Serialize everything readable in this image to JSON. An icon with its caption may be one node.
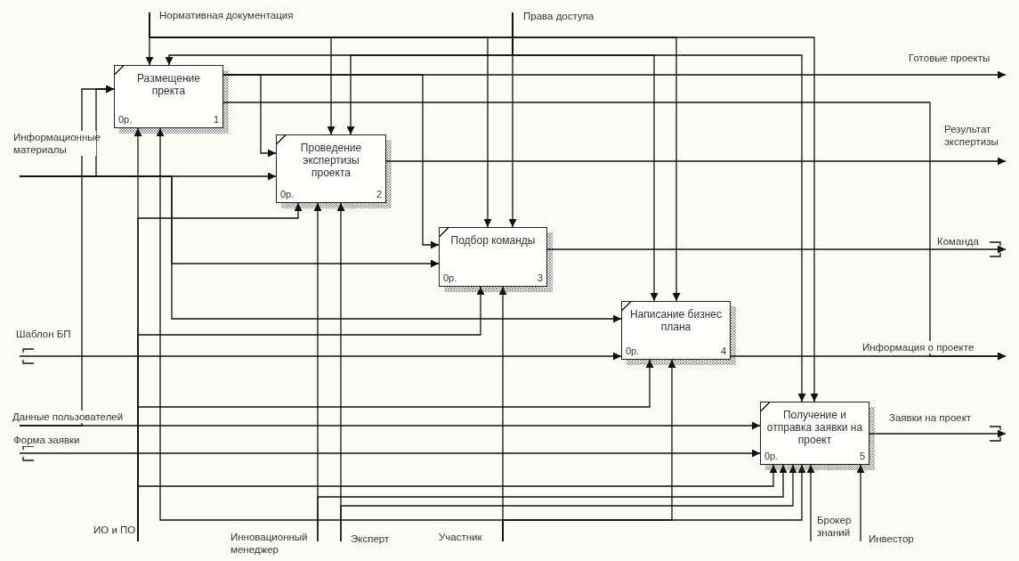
{
  "diagram": {
    "nodes": [
      {
        "text": [
          "Размещение пректа",
          "0р.",
          "1"
        ]
      },
      {
        "text": [
          "Проведение экспертизы проекта",
          "0р.",
          "2"
        ]
      },
      {
        "text": [
          "Подбор команды",
          "0р.",
          "3"
        ]
      },
      {
        "text": [
          "Написание бизнес плана",
          "0р.",
          "4"
        ]
      },
      {
        "text": [
          "Получение и отправка заявки на проект",
          "0р.",
          "5"
        ]
      }
    ],
    "edges": [
      {
        "from": null,
        "to": 0,
        "arrow": "to",
        "label": "Нормативная документация"
      },
      {
        "from": null,
        "to": 1,
        "arrow": "to"
      },
      {
        "from": null,
        "to": 2,
        "arrow": "to"
      },
      {
        "from": null,
        "to": 3,
        "arrow": "to"
      },
      {
        "from": null,
        "to": 4,
        "arrow": "to"
      },
      {
        "from": null,
        "to": 2,
        "arrow": "to",
        "label": "Права доступа"
      },
      {
        "from": null,
        "to": 0,
        "arrow": "to"
      },
      {
        "from": null,
        "to": 1,
        "arrow": "to"
      },
      {
        "from": null,
        "to": 3,
        "arrow": "to"
      },
      {
        "from": null,
        "to": 4,
        "arrow": "to"
      },
      {
        "from": null,
        "to": 1,
        "arrow": "to"
      },
      {
        "from": null,
        "to": 0,
        "arrow": "to",
        "label": "Информационные материалы"
      },
      {
        "from": null,
        "to": 2,
        "arrow": "to"
      },
      {
        "from": null,
        "to": 3,
        "arrow": "to"
      },
      {
        "from": null,
        "to": 4,
        "arrow": "to",
        "label": "Данные пользователей"
      },
      {
        "from": null,
        "to": 0,
        "arrow": "to"
      },
      {
        "from": null,
        "to": 3,
        "arrow": "to",
        "label": "Шаблон БП"
      },
      {
        "from": null,
        "to": 4,
        "arrow": "to",
        "label": "Форма заявки"
      },
      {
        "from": null,
        "to": 0,
        "arrow": "to",
        "label": "ИО и ПО"
      },
      {
        "from": null,
        "to": 1,
        "arrow": "to"
      },
      {
        "from": null,
        "to": 2,
        "arrow": "to"
      },
      {
        "from": null,
        "to": 3,
        "arrow": "to"
      },
      {
        "from": null,
        "to": 4,
        "arrow": "to"
      },
      {
        "from": null,
        "to": 2,
        "arrow": "to",
        "label": "Участник"
      },
      {
        "from": null,
        "to": 0,
        "arrow": "to"
      },
      {
        "from": null,
        "to": 3,
        "arrow": "to"
      },
      {
        "from": null,
        "to": 4,
        "arrow": "to"
      },
      {
        "from": null,
        "to": 1,
        "arrow": "to",
        "label": "Инновационный менеджер"
      },
      {
        "from": null,
        "to": 4,
        "arrow": "to"
      },
      {
        "from": null,
        "to": 1,
        "arrow": "to",
        "label": "Эксперт"
      },
      {
        "from": null,
        "to": 4,
        "arrow": "to"
      },
      {
        "from": null,
        "to": 4,
        "arrow": "to",
        "label": "Брокер знаний"
      },
      {
        "from": null,
        "to": 4,
        "arrow": "to",
        "label": "Инвестор"
      },
      {
        "from": 0,
        "to": null,
        "arrow": "to",
        "label": "Готовые проекты"
      },
      {
        "from": 0,
        "to": 1,
        "arrow": "to"
      },
      {
        "from": 0,
        "to": 2,
        "arrow": "to"
      },
      {
        "from": 0,
        "to": null,
        "arrow": "to"
      },
      {
        "from": 1,
        "to": null,
        "arrow": "to",
        "label": "Результат экспертизы"
      },
      {
        "from": 2,
        "to": null,
        "arrow": "to",
        "label": "Команда"
      },
      {
        "from": 3,
        "to": null,
        "arrow": "to",
        "label": "Информация о проекте"
      },
      {
        "from": 4,
        "to": null,
        "arrow": "to",
        "label": "Заявки на проект"
      }
    ]
  }
}
